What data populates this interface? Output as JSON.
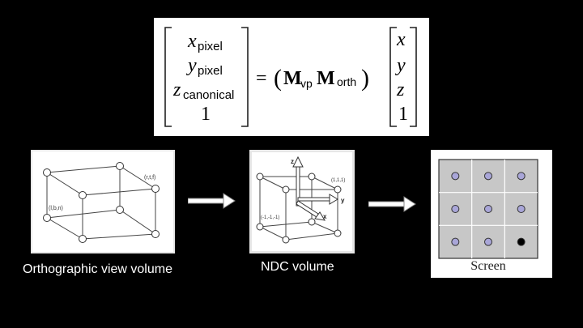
{
  "equation": {
    "rows": [
      {
        "var": "x",
        "sub": "pixel"
      },
      {
        "var": "y",
        "sub": "pixel"
      },
      {
        "var": "z",
        "sub": "canonical"
      },
      {
        "var": "1",
        "sub": ""
      }
    ],
    "equals": "=",
    "open_paren": "(",
    "close_paren": ")",
    "matrix1": "M",
    "matrix1_sub": "vp",
    "matrix2": "M",
    "matrix2_sub": "orth",
    "right_vector": [
      "x",
      "y",
      "z",
      "1"
    ]
  },
  "ortho_box": {
    "label_corner_a": "(r,t,f)",
    "label_corner_b": "(l,b,n)"
  },
  "ndc_box": {
    "axis_z": "z",
    "axis_y": "y",
    "axis_x": "x",
    "label_max": "(1,1,1)",
    "label_min": "(-1,-1,-1)"
  },
  "screen": {
    "label": "Screen",
    "grid_rows": 3,
    "grid_cols": 3,
    "highlighted_cell": {
      "row": 2,
      "col": 2
    },
    "pixel_color": "#a9a6d8",
    "highlight_color": "#000000",
    "grid_bg": "#c7c7c7"
  },
  "captions": {
    "ortho": "Orthographic view volume",
    "ndc": "NDC volume"
  }
}
